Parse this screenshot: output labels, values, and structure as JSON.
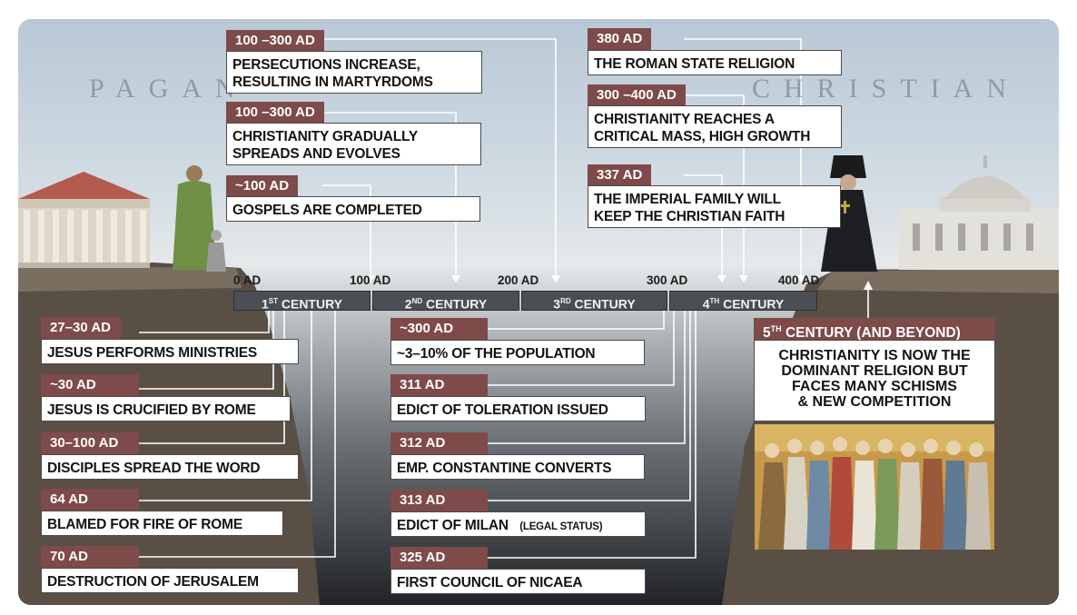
{
  "watermarks": {
    "left": "PAGAN",
    "right": "CHRISTIAN"
  },
  "axis": {
    "ticks": [
      "0 AD",
      "100 AD",
      "200 AD",
      "300 AD",
      "400 AD"
    ],
    "centuries": [
      {
        "num": "1",
        "sup": "ST",
        "label": "CENTURY"
      },
      {
        "num": "2",
        "sup": "ND",
        "label": "CENTURY"
      },
      {
        "num": "3",
        "sup": "RD",
        "label": "CENTURY"
      },
      {
        "num": "4",
        "sup": "TH",
        "label": "CENTURY"
      }
    ]
  },
  "top_events": [
    {
      "date": "100 –300 AD",
      "lines": [
        "PERSECUTIONS INCREASE,",
        "RESULTING IN MARTYRDOMS"
      ]
    },
    {
      "date": "100 –300 AD",
      "lines": [
        "CHRISTIANITY GRADUALLY",
        "SPREADS AND EVOLVES"
      ]
    },
    {
      "date": "~100 AD",
      "lines": [
        "GOSPELS ARE COMPLETED"
      ]
    },
    {
      "date": "380 AD",
      "lines": [
        "THE ROMAN STATE RELIGION"
      ]
    },
    {
      "date": "300 –400 AD",
      "lines": [
        "CHRISTIANITY REACHES A",
        "CRITICAL MASS, HIGH GROWTH"
      ]
    },
    {
      "date": "337 AD",
      "lines": [
        "THE IMPERIAL FAMILY WILL",
        "KEEP THE CHRISTIAN FAITH"
      ]
    }
  ],
  "bottom_left_events": [
    {
      "date": "27–30 AD",
      "text": "JESUS PERFORMS MINISTRIES"
    },
    {
      "date": "~30 AD",
      "text": "JESUS IS CRUCIFIED BY ROME"
    },
    {
      "date": "30–100 AD",
      "text": "DISCIPLES SPREAD THE WORD"
    },
    {
      "date": "64 AD",
      "text": "BLAMED FOR FIRE OF ROME"
    },
    {
      "date": "70 AD",
      "text": "DESTRUCTION OF JERUSALEM"
    }
  ],
  "bottom_mid_events": [
    {
      "date": "~300 AD",
      "text": "~3–10% OF THE POPULATION",
      "note": ""
    },
    {
      "date": "311 AD",
      "text": "EDICT OF TOLERATION ISSUED",
      "note": ""
    },
    {
      "date": "312 AD",
      "text": "EMP. CONSTANTINE CONVERTS",
      "note": ""
    },
    {
      "date": "313 AD",
      "text": "EDICT OF MILAN",
      "note": "(LEGAL STATUS)"
    },
    {
      "date": "325 AD",
      "text": "FIRST COUNCIL OF NICAEA",
      "note": ""
    }
  ],
  "fifth_century": {
    "num": "5",
    "sup": "TH",
    "title": "CENTURY (AND BEYOND)",
    "text": "CHRISTIANITY IS NOW THE\nDOMINANT RELIGION BUT\nFACES MANY SCHISMS\n& NEW COMPETITION"
  },
  "colors": {
    "tag": "#7e4a4a",
    "bar": "#4b4e52",
    "connector": "#ffffff"
  },
  "illustrations": [
    "roman-temple",
    "pagan-figures",
    "orthodox-priest",
    "domed-church",
    "saints-mosaic"
  ]
}
